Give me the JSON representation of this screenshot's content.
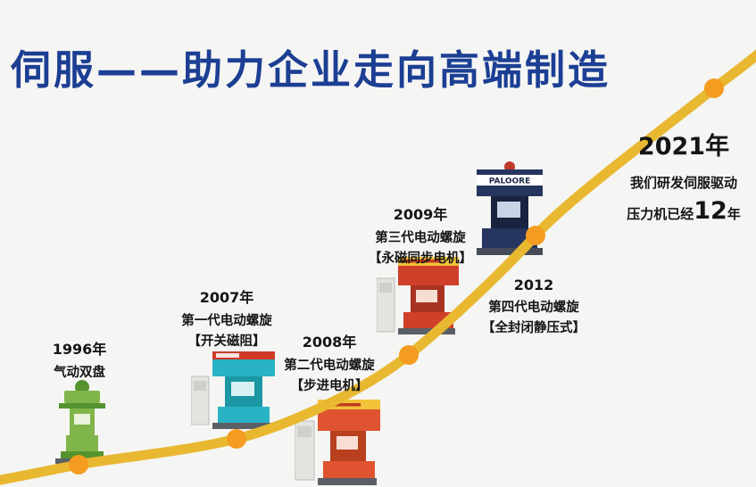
{
  "title": "伺服——助力企业走向高端制造",
  "colors": {
    "background": "#f5f5f3",
    "title": "#1c3f94",
    "curve": "#e9b831",
    "marker": "#f49c20",
    "text": "#151515"
  },
  "milestones": [
    {
      "year": "1996年",
      "line1": "气动双盘",
      "line2": ""
    },
    {
      "year": "2007年",
      "line1": "第一代电动螺旋",
      "line2": "【开关磁阻】"
    },
    {
      "year": "2008年",
      "line1": "第二代电动螺旋",
      "line2": "【步进电机】"
    },
    {
      "year": "2009年",
      "line1": "第三代电动螺旋",
      "line2": "【永磁同步电机】"
    },
    {
      "year": "2012",
      "line1": "第四代电动螺旋",
      "line2": "【全封闭静压式】"
    }
  ],
  "finale": {
    "year": "2021年",
    "line1": "我们研发伺服驱动",
    "line2_prefix": "压力机已经",
    "line2_number": "12",
    "line2_suffix": "年"
  },
  "machines": {
    "m1996": {
      "primary": "#7fb54a",
      "secondary": "#55932f"
    },
    "m2007": {
      "primary": "#2ab3c4",
      "secondary": "#1b96a3",
      "band": "#cf3a26"
    },
    "m2008": {
      "primary": "#df5330",
      "secondary": "#b8401f",
      "banner": "#f2c238"
    },
    "m2009": {
      "primary": "#cf402a",
      "secondary": "#a83320",
      "banner": "#f2c238"
    },
    "m2012": {
      "primary": "#25355f",
      "secondary": "#18233f",
      "logo": "#c0392b",
      "brand": "PALOORE"
    }
  }
}
